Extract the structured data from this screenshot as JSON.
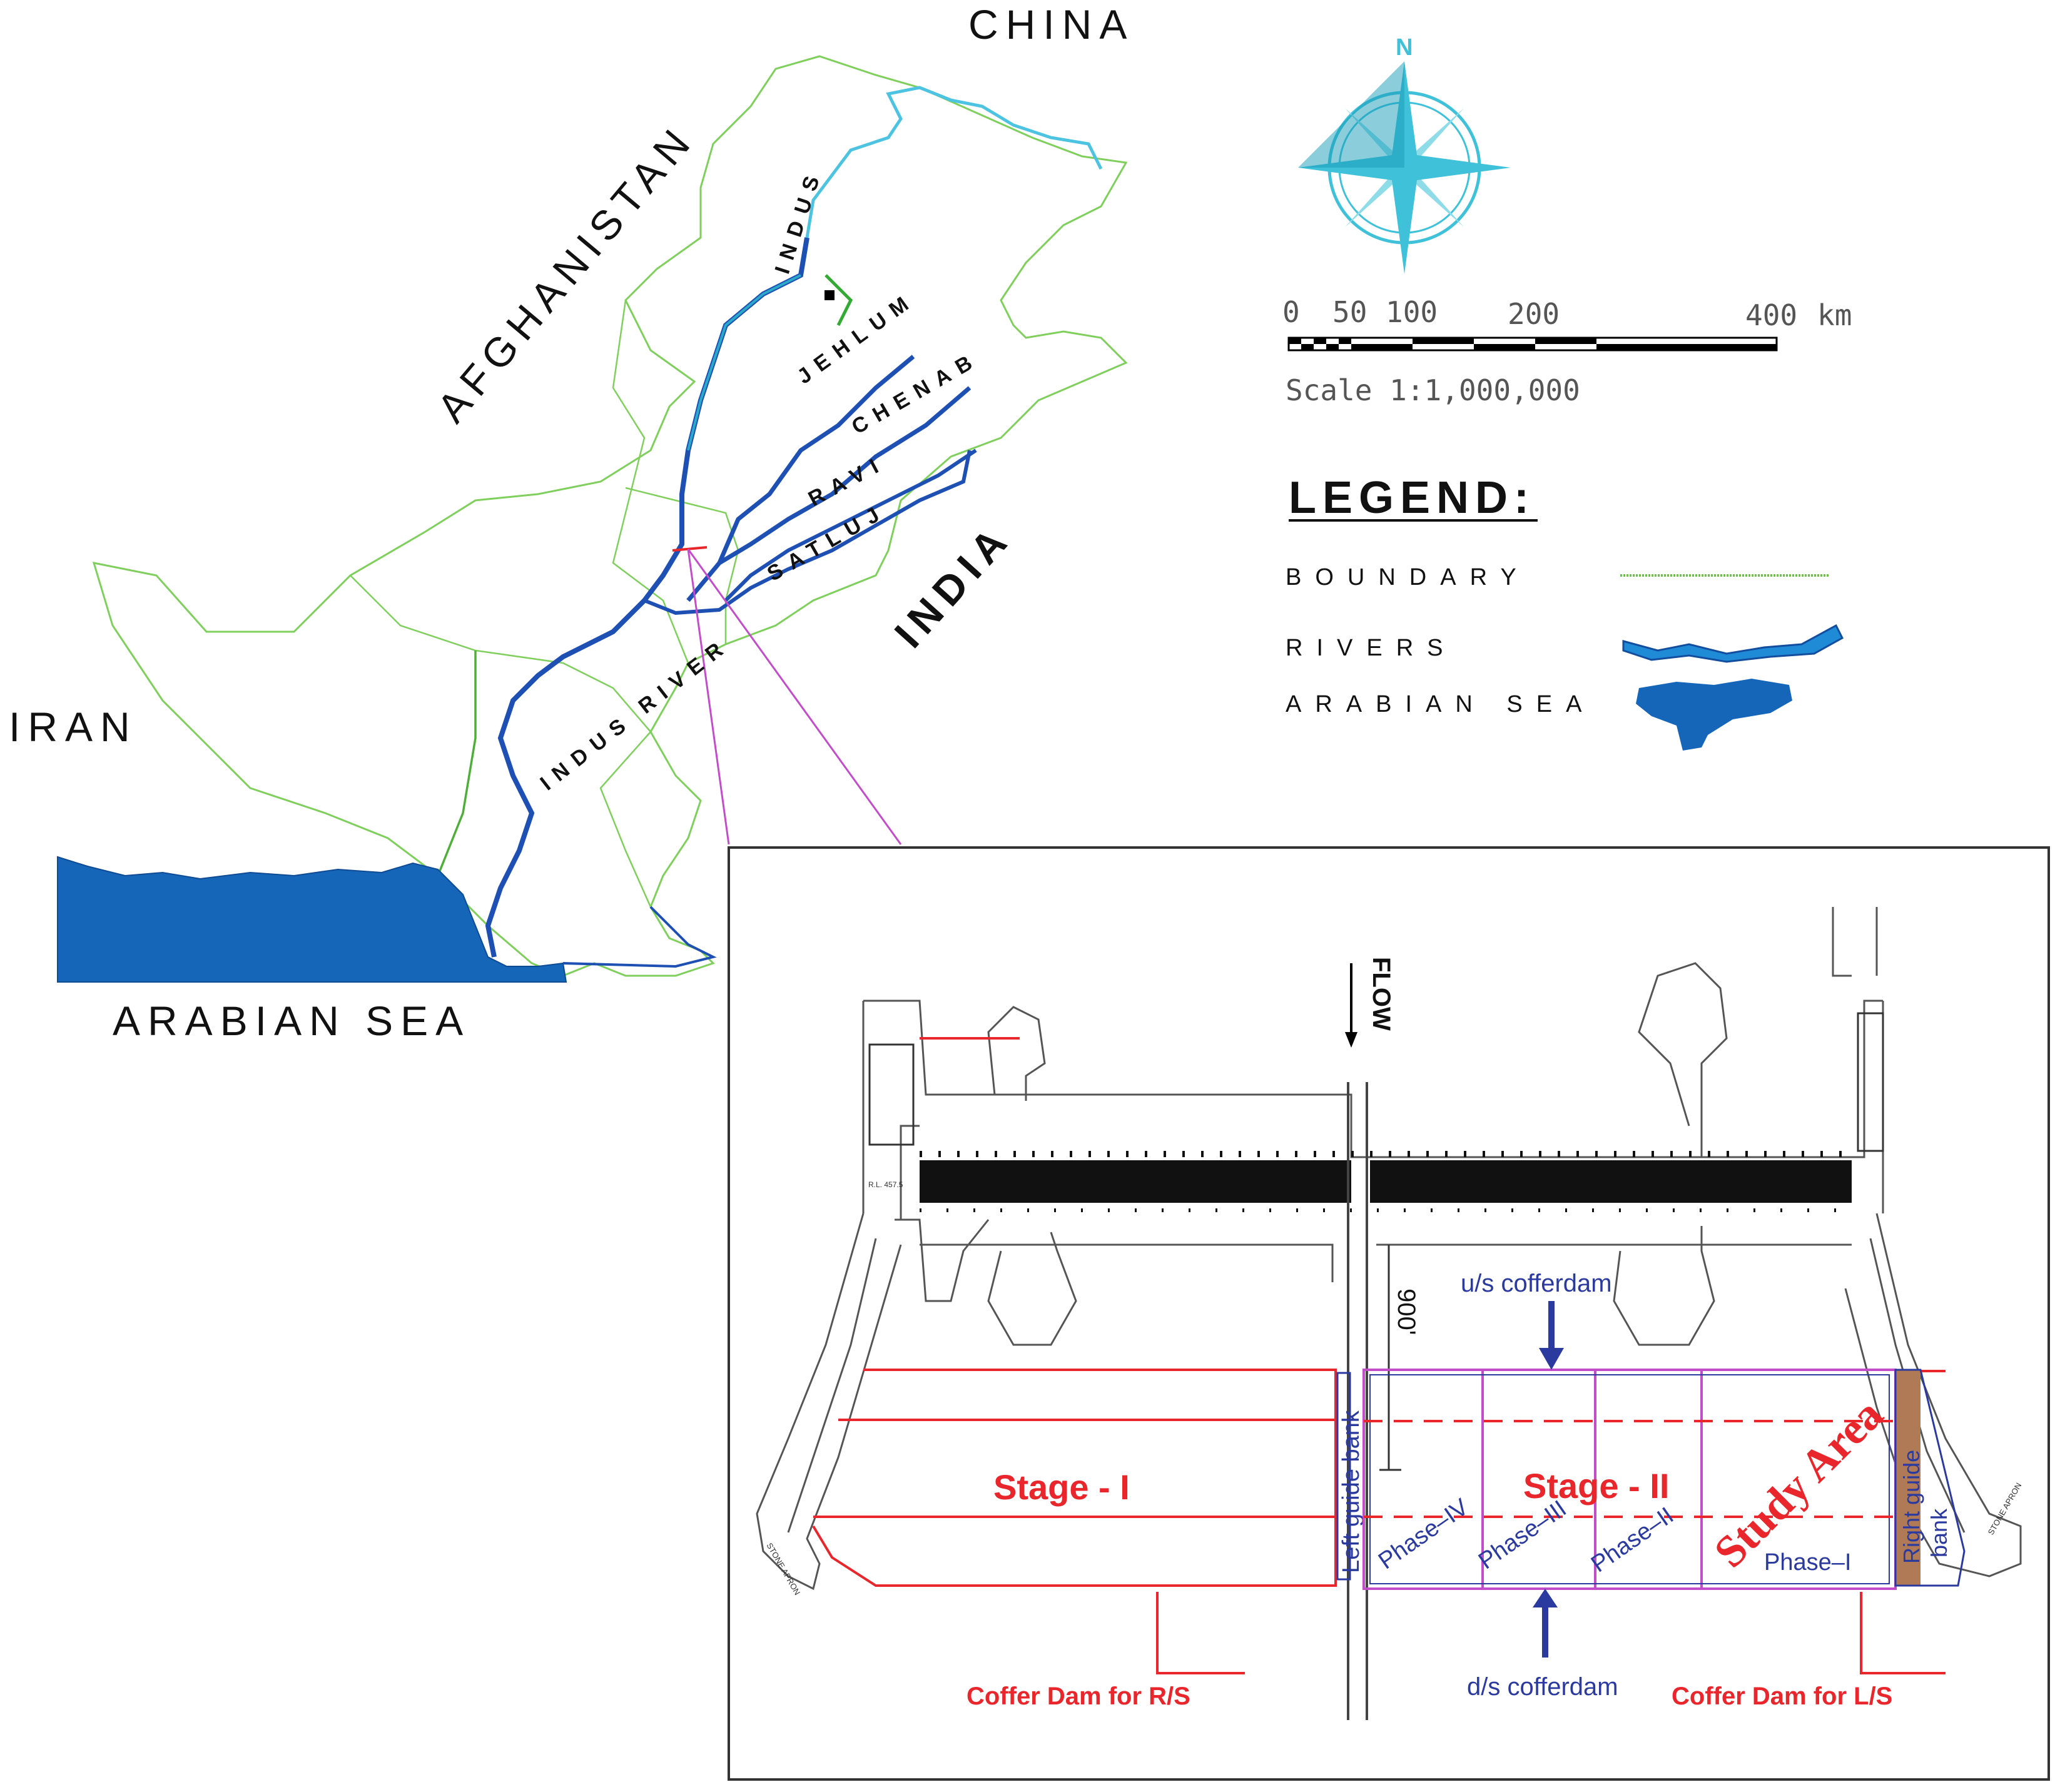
{
  "map": {
    "countries": {
      "china": "CHINA",
      "afghanistan": "AFGHANISTAN",
      "iran": "IRAN",
      "india": "INDIA",
      "sea": "ARABIAN SEA"
    },
    "rivers": {
      "indus_upper": "INDUS",
      "jehlum": "JEHLUM",
      "chenab": "CHENAB",
      "ravi": "RAVI",
      "satluj": "SATLUJ",
      "indus_river": "INDUS RIVER"
    }
  },
  "compass": {
    "north": "N"
  },
  "scale": {
    "ticks": [
      "0",
      "50",
      "100",
      "200",
      "400"
    ],
    "unit": "km",
    "ratio": "Scale 1:1,000,000"
  },
  "legend": {
    "title": "LEGEND:",
    "items": [
      {
        "label": "BOUNDARY",
        "color": "#5fbf4a"
      },
      {
        "label": "RIVERS",
        "color": "#1f8ad6"
      },
      {
        "label": "ARABIAN SEA",
        "color": "#1565b8"
      }
    ]
  },
  "inset": {
    "flow": "FLOW",
    "dimension": "900'",
    "us_cofferdam": "u/s cofferdam",
    "ds_cofferdam": "d/s cofferdam",
    "stage1": "Stage - I",
    "stage2": "Stage - II",
    "study_area": "Study Area",
    "left_guide_bank": "Left guide bank",
    "right_guide_bank_1": "Right guide",
    "right_guide_bank_2": "bank",
    "phases": [
      "Phase–IV",
      "Phase–III",
      "Phase–II",
      "Phase–I"
    ],
    "coffer_rs": "Coffer Dam for R/S",
    "coffer_ls": "Coffer Dam for L/S",
    "rl_label": "R.L. 457.5",
    "stone_apron_left": "STONE APRON",
    "stone_apron_right": "STONE APRON"
  },
  "colors": {
    "boundary": "#6cc04a",
    "river_dark": "#1e50b4",
    "river_light": "#4cc3e0",
    "sea": "#1565b8",
    "compass": "#3fc1d9",
    "red": "#e8262b",
    "blue": "#2b3a9e",
    "magenta": "#c24cc9"
  }
}
